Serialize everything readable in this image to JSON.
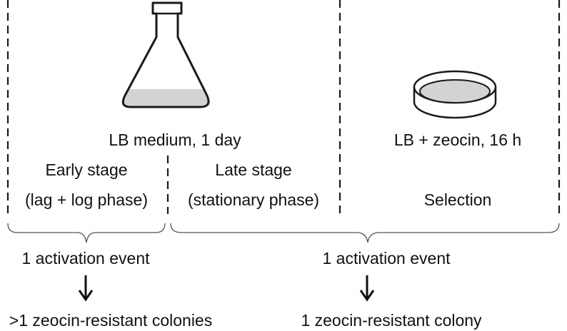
{
  "labels": {
    "medium": "LB medium, 1 day",
    "selection_medium": "LB + zeocin, 16 h",
    "early_stage": "Early stage",
    "early_phase": "(lag + log phase)",
    "late_stage": "Late stage",
    "late_phase": "(stationary phase)",
    "selection": "Selection",
    "event_early": "1 activation event",
    "event_late": "1 activation event",
    "result_early": ">1 zeocin-resistant colonies",
    "result_late": "1 zeocin-resistant colony"
  },
  "icons": {
    "flask": "erlenmeyer-flask-icon",
    "dish": "petri-dish-icon",
    "arrow": "down-arrow-icon"
  },
  "colors": {
    "line": "#1a1a1a",
    "liquid": "#d3d3d3",
    "bracket": "#555555"
  }
}
